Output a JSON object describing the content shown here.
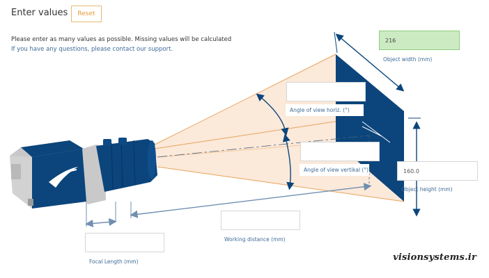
{
  "header": {
    "title": "Enter values",
    "reset_label": "Reset"
  },
  "intro": {
    "line1": "Please enter as many values as possible. Missing values will be calculated",
    "line2": "If you have any questions, please contact our support."
  },
  "fields": {
    "object_width": {
      "label": "Object width (mm)",
      "value": "216"
    },
    "angle_horiz": {
      "label": "Angle of view horiz. (°)",
      "value": ""
    },
    "angle_vert": {
      "label": "Angle of view vertikal (°)",
      "value": ""
    },
    "object_height": {
      "label": "Object height (mm)",
      "value": "160.0"
    },
    "working_distance": {
      "label": "Working distance (mm)",
      "value": ""
    },
    "focal_length": {
      "label": "Focal Length (mm)",
      "value": ""
    }
  },
  "watermark": "visionsystems.ir",
  "colors": {
    "accent": "#e59a3b",
    "brand_blue": "#0b457c",
    "green_field": "#cdebc3",
    "label_blue": "#3d6b96"
  }
}
